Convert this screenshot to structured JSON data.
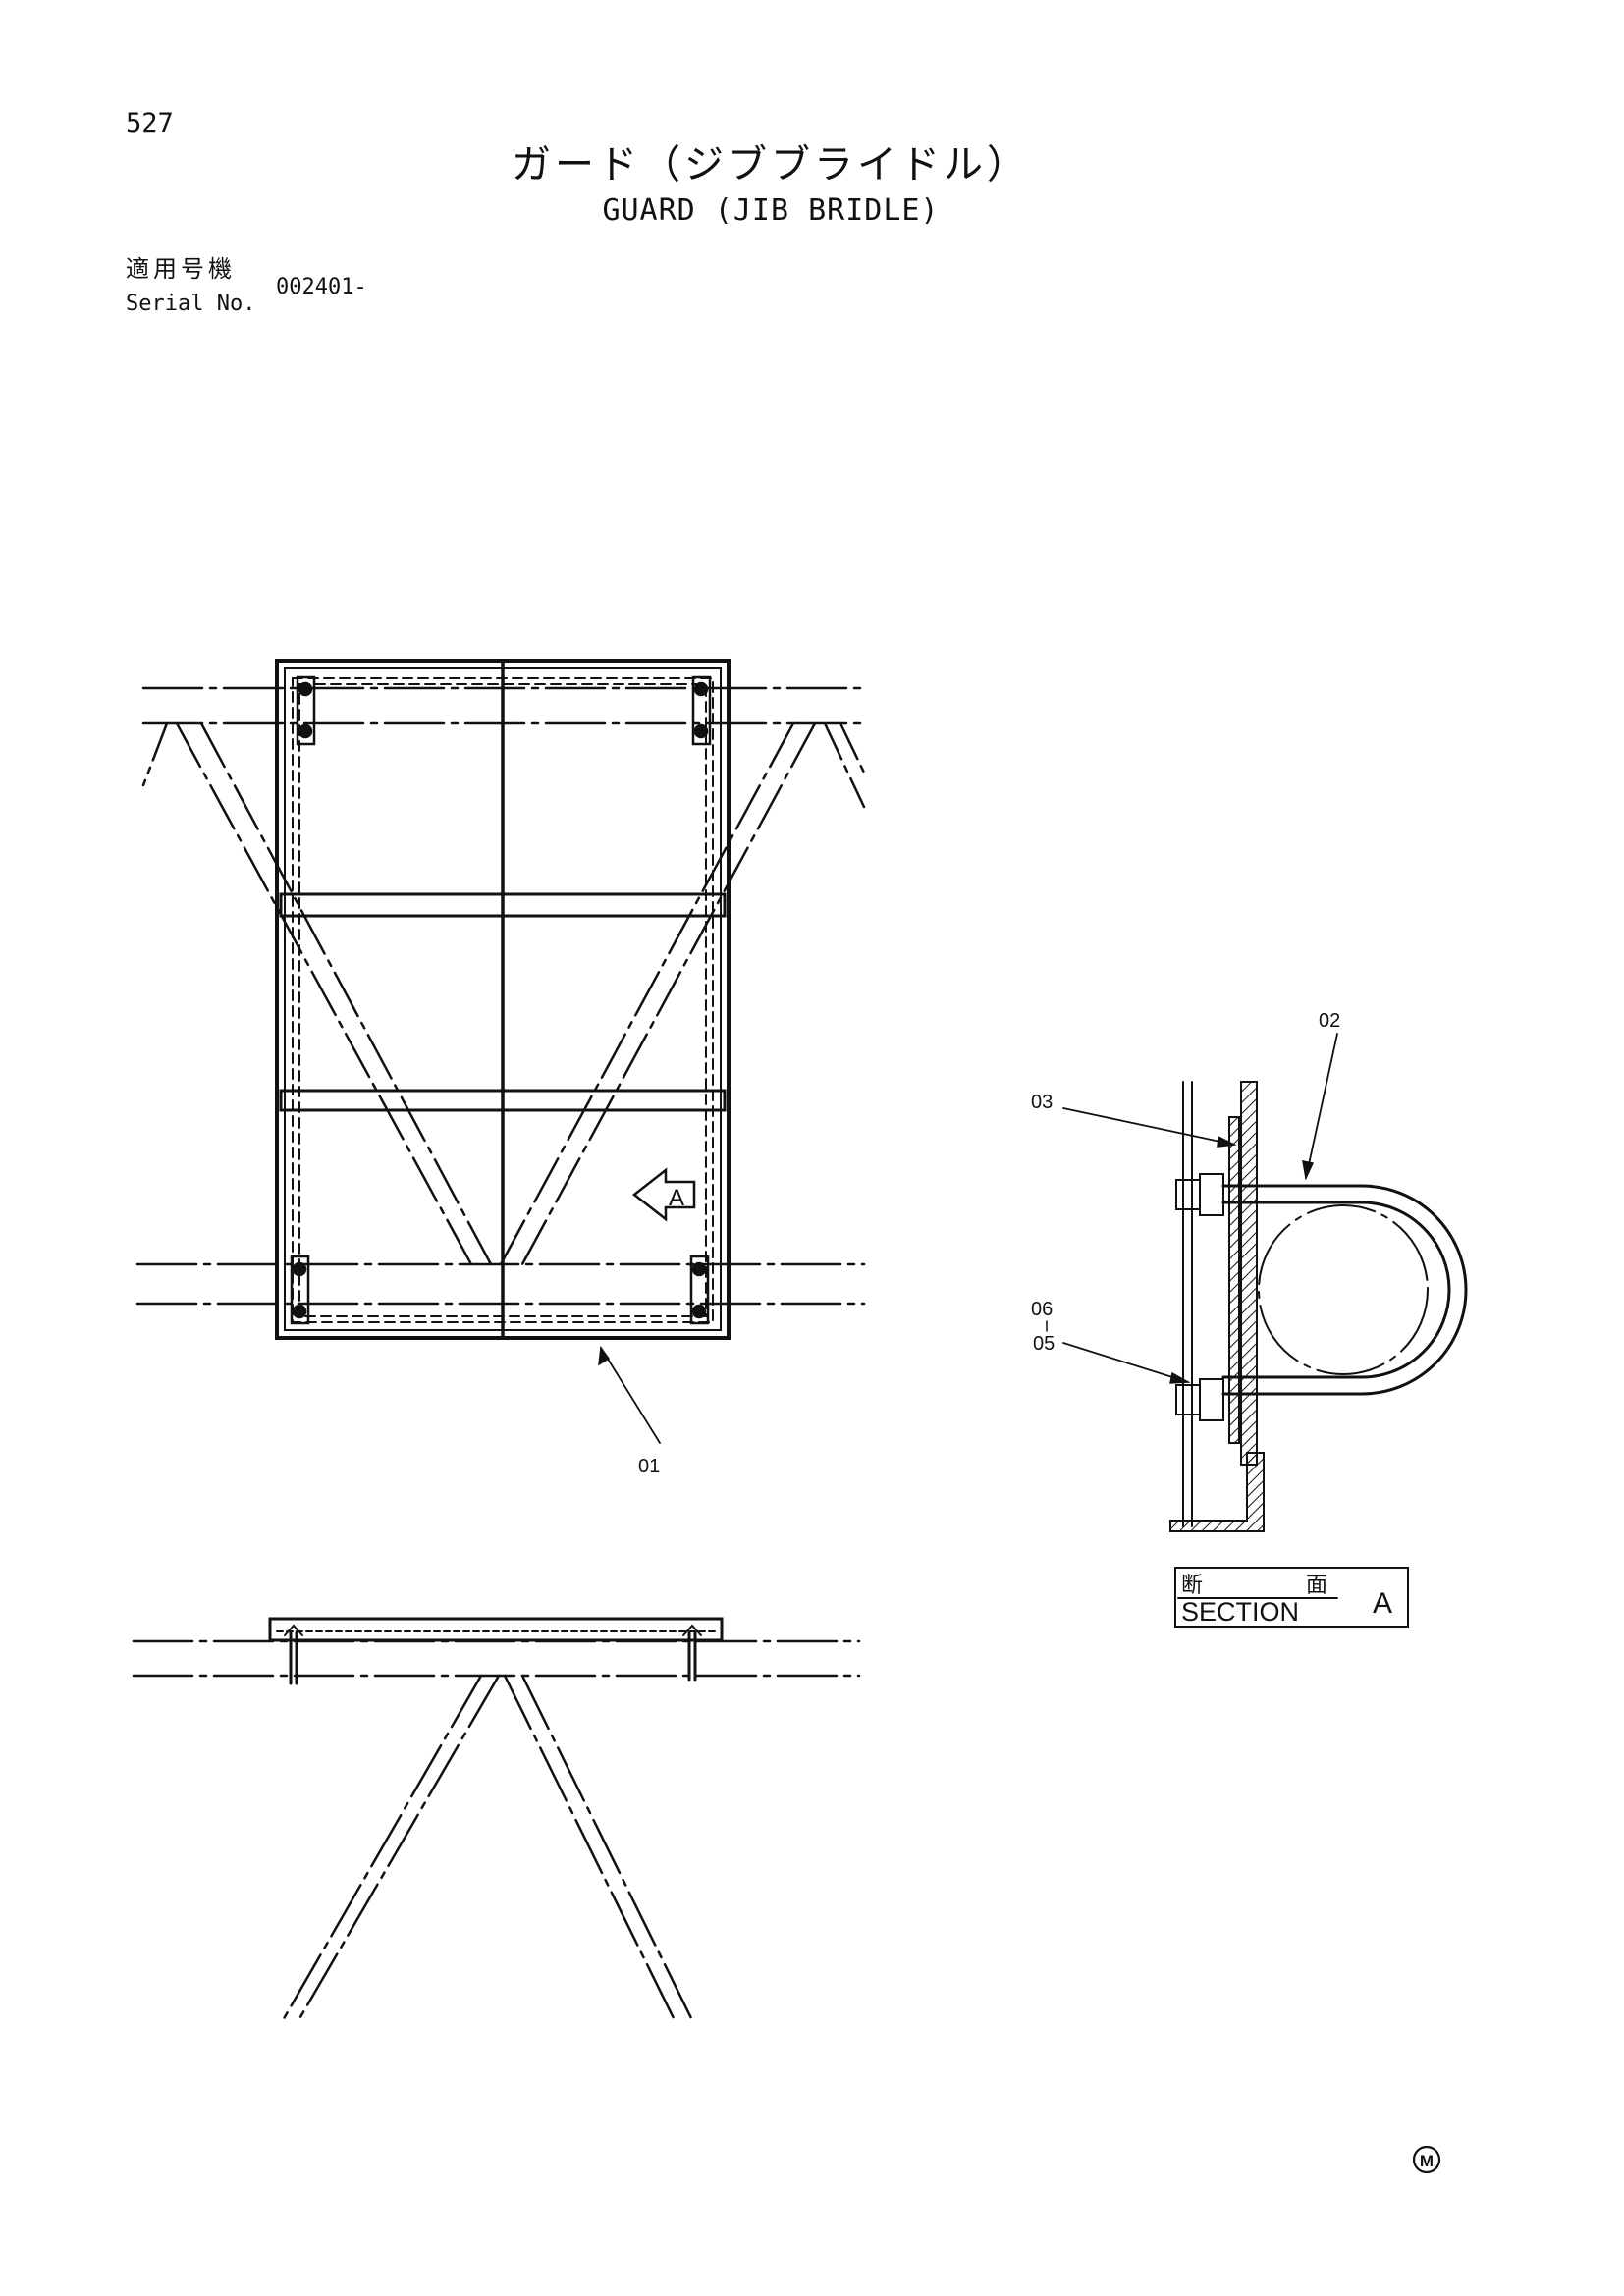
{
  "header": {
    "page_number": "527",
    "title_jp": "ガード（ジブブライドル）",
    "title_en": "GUARD (JIB BRIDLE)",
    "serial_label_jp": "適用号機",
    "serial_label_en": "Serial No.",
    "serial_value": "002401-"
  },
  "drawing": {
    "view_marker": "A",
    "callouts": {
      "guard": "01",
      "u_bolt": "02",
      "plate": "03",
      "washer": "06",
      "nut": "05"
    },
    "section_label": {
      "jp_left": "断",
      "jp_right": "面",
      "en": "SECTION",
      "letter": "A"
    }
  },
  "footer": {
    "mark": "M"
  }
}
